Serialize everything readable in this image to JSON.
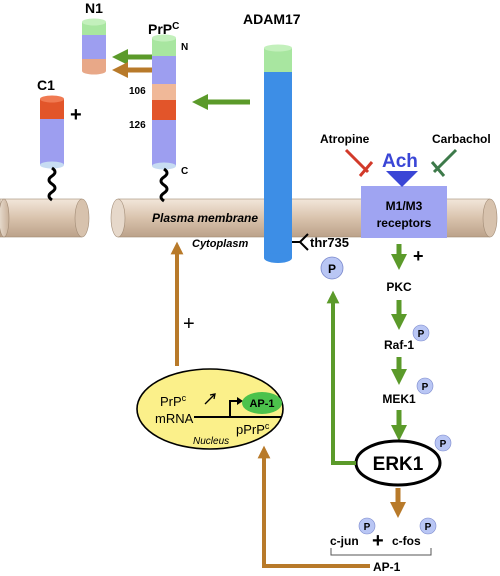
{
  "labels": {
    "n1": "N1",
    "prpc_main": "PrP",
    "prpc_sup": "C",
    "n_term": "N",
    "pos_106": "106",
    "pos_126": "126",
    "c_term": "C",
    "c1": "C1",
    "plus_c1": "+",
    "adam17": "ADAM17",
    "atropine": "Atropine",
    "carbachol": "Carbachol",
    "ach": "Ach",
    "receptor_line1": "M1/M3",
    "receptor_line2": "receptors",
    "plasma_membrane": "Plasma  membrane",
    "cytoplasm": "Cytoplasm",
    "thr735": "thr735",
    "p": "P",
    "plus_pkc": "+",
    "pkc": "PKC",
    "raf1": "Raf-1",
    "mek1": "MEK1",
    "erk1": "ERK1",
    "plus_transport": "+",
    "prpc_mrna_main": "PrP",
    "prpc_mrna_sup": "c",
    "mrna": "mRNA",
    "ap1_box": "AP-1",
    "pprpc_main": "pPrP",
    "pprpc_sup": "c",
    "nucleus": "Nucleus",
    "cjun": "c-jun",
    "cfos": "c-fos",
    "plus_jun_fos": "+",
    "ap1_bottom": "AP-1"
  },
  "colors": {
    "green_arrow": "#5b9a2a",
    "brown_arrow": "#b87a2a",
    "red_inhibit": "#d23a2a",
    "dark_green_inhibit": "#3d7a4a",
    "adam17_blue": "#3d8ee6",
    "adam17_cap": "#a8e6a0",
    "receptor": "#9fa4f2",
    "ach_text": "#3a46d6",
    "nucleus_fill": "#fbf08a",
    "ap1_fill": "#4cc24c",
    "p_circle": "#b9c6f4",
    "membrane": "#dcc6b0"
  }
}
